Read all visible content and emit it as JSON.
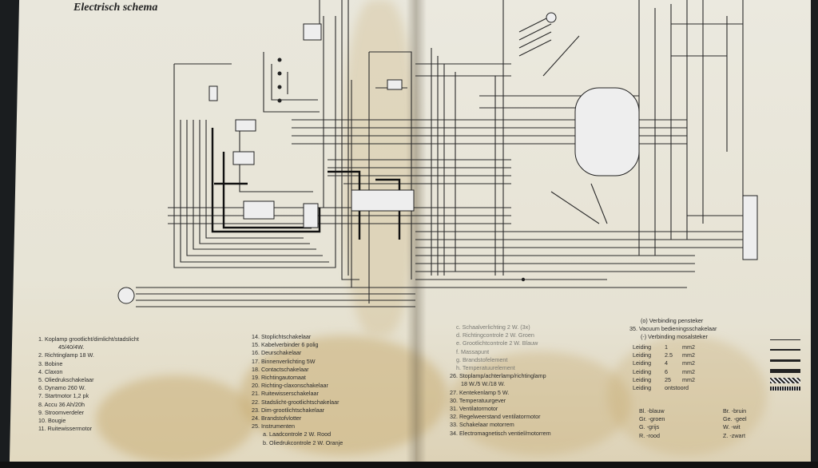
{
  "title": "Electrisch schema",
  "legend_left_col1": [
    "1. Koplamp grootlicht/dimlicht/stadslicht",
    "45/40/4W.",
    "2. Richtinglamp 18 W.",
    "3. Bobine",
    "4. Claxon",
    "5. Oliedrukschakelaar",
    "6. Dynamo 260 W.",
    "7. Startmotor 1,2 pk",
    "8. Accu 36 Ah/20h",
    "9. Stroomverdeler",
    "10. Bougie",
    "11. Ruitewissermotor"
  ],
  "legend_left_col2": [
    "14. Stoplichtschakelaar",
    "15. Kabelverbinder 6 polig",
    "16. Deurschakelaar",
    "17. Binnenverlichting 5W",
    "18. Contactschakelaar",
    "19. Richtingautomaat",
    "20. Richting-claxonschakelaar",
    "21. Ruitewisserschakelaar",
    "22. Stadslicht-grootlichtschakelaar",
    "23. Dim-grootlichtschakelaar",
    "24. Brandstofvlotter",
    "25. Instrumenten",
    "a. Laadcontrole 2 W. Rood",
    "b. Oliedrukcontrole 2 W. Oranje"
  ],
  "legend_right_col1": [
    "c. Schaalverlichting 2 W. (3x)",
    "d. Richtingcontrole 2 W. Groen",
    "e. Grootlichtcontrole 2 W. Blauw",
    "f. Massapunt",
    "g. Brandstofelement",
    "h. Temperatuurelement",
    "26. Stoplamp/achterlamp/richtinglamp",
    "18 W./5 W./18 W.",
    "27. Kentekenlamp 5 W.",
    "30. Temperatuurgever",
    "31. Ventilatormotor",
    "32. Regelweerstand ventilatormotor",
    "33. Schakelaar motorrem",
    "34. Electromagnetisch ventiel/motorrem"
  ],
  "legend_right_col2": [
    "(o) Verbinding pensteker",
    "35. Vacuum bedieningsschakelaar",
    "(-) Verbinding mosalsteker"
  ],
  "leiding": [
    {
      "label": "Leiding",
      "size": "1",
      "unit": "mm2"
    },
    {
      "label": "Leiding",
      "size": "2.5",
      "unit": "mm2"
    },
    {
      "label": "Leiding",
      "size": "4",
      "unit": "mm2"
    },
    {
      "label": "Leiding",
      "size": "6",
      "unit": "mm2"
    },
    {
      "label": "Leiding",
      "size": "25",
      "unit": "mm2"
    },
    {
      "label": "Leiding",
      "size": "ontstoord",
      "unit": ""
    }
  ],
  "colors": [
    [
      "Bl. -blauw",
      "Br. -bruin"
    ],
    [
      "Gr. -groen",
      "Ge. -geel"
    ],
    [
      "G. -grijs",
      "W. -wit"
    ],
    [
      "R. -rood",
      "Z. -zwart"
    ]
  ],
  "paper_color": "#e8e5d8",
  "stain_color": "#c4a364"
}
